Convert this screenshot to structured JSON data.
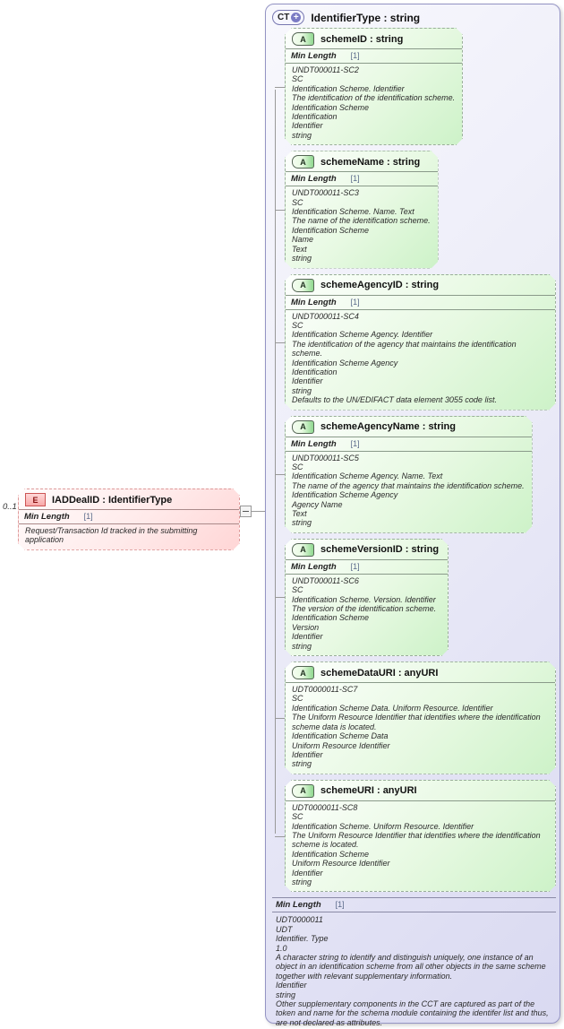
{
  "diagram": {
    "type_header": {
      "icon": "CT",
      "expand_icon": "+",
      "title": "IdentifierType : string"
    },
    "element": {
      "cardinality": "0..1",
      "icon": "E",
      "title": "IADDealID : IdentifierType",
      "facet": {
        "name": "Min Length",
        "value": "[1]"
      },
      "annotation": "Request/Transaction Id tracked in the submitting application"
    },
    "attributes": [
      {
        "icon": "A",
        "title": "schemeID : string",
        "facet": {
          "name": "Min Length",
          "value": "[1]"
        },
        "annotation": [
          "UNDT000011-SC2",
          "SC",
          "Identification Scheme. Identifier",
          "The identification of the identification scheme.",
          "Identification Scheme",
          "Identification",
          "Identifier",
          "string"
        ]
      },
      {
        "icon": "A",
        "title": "schemeName : string",
        "facet": {
          "name": "Min Length",
          "value": "[1]"
        },
        "annotation": [
          "UNDT000011-SC3",
          "SC",
          "Identification Scheme. Name. Text",
          "The name of the identification scheme.",
          "Identification Scheme",
          "Name",
          "Text",
          "string"
        ]
      },
      {
        "icon": "A",
        "title": "schemeAgencyID : string",
        "facet": {
          "name": "Min Length",
          "value": "[1]"
        },
        "annotation": [
          "UNDT000011-SC4",
          "SC",
          "Identification Scheme Agency. Identifier",
          "The identification of the agency that maintains the identification scheme.",
          "Identification Scheme Agency",
          "Identification",
          "Identifier",
          "string",
          "Defaults to the UN/EDIFACT data element 3055 code list."
        ]
      },
      {
        "icon": "A",
        "title": "schemeAgencyName : string",
        "facet": {
          "name": "Min Length",
          "value": "[1]"
        },
        "annotation": [
          "UNDT000011-SC5",
          "SC",
          "Identification Scheme Agency. Name. Text",
          "The name of the agency that maintains the identification scheme.",
          "Identification Scheme Agency",
          "Agency Name",
          "Text",
          "string"
        ]
      },
      {
        "icon": "A",
        "title": "schemeVersionID : string",
        "facet": {
          "name": "Min Length",
          "value": "[1]"
        },
        "annotation": [
          "UNDT000011-SC6",
          "SC",
          "Identification Scheme. Version. Identifier",
          "The version of the identification scheme.",
          "Identification Scheme",
          "Version",
          "Identifier",
          "string"
        ]
      },
      {
        "icon": "A",
        "title": "schemeDataURI : anyURI",
        "facet": null,
        "annotation": [
          "UDT0000011-SC7",
          "SC",
          "Identification Scheme Data. Uniform Resource. Identifier",
          "The Uniform Resource Identifier that identifies where the identification scheme data is located.",
          "Identification Scheme Data",
          "Uniform Resource Identifier",
          "Identifier",
          "string"
        ]
      },
      {
        "icon": "A",
        "title": "schemeURI : anyURI",
        "facet": null,
        "annotation": [
          "UDT0000011-SC8",
          "SC",
          "Identification Scheme. Uniform Resource. Identifier",
          "The Uniform Resource Identifier that identifies where the identification scheme is located.",
          "Identification Scheme",
          "Uniform Resource Identifier",
          "Identifier",
          "string"
        ]
      }
    ],
    "type_facet": {
      "name": "Min Length",
      "value": "[1]"
    },
    "type_annotation": [
      "UDT0000011",
      "UDT",
      "Identifier. Type",
      "1.0",
      "A character string to identify and distinguish uniquely, one instance of an object in an identification scheme from all other objects in the same scheme together with relevant supplementary information.",
      "Identifier",
      "string",
      "Other supplementary components in the CCT are captured as part of the token and name for the schema module containing the identifer list and thus, are not declared as attributes."
    ]
  },
  "colors": {
    "container_fill": "#d9d9f1",
    "container_border": "#9494c4",
    "attribute_fill": "#cdf2c8",
    "attribute_border": "#9aae9a",
    "element_fill": "#ffd6d6",
    "element_border": "#dd9a9a",
    "connector": "#999999"
  }
}
